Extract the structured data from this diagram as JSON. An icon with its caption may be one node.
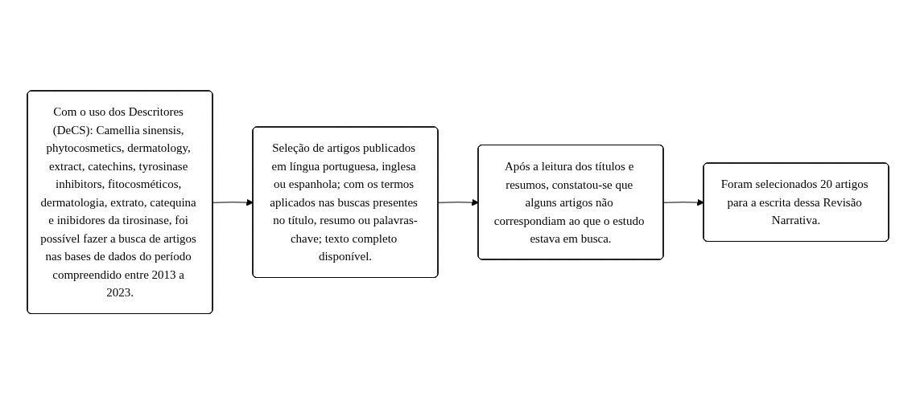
{
  "diagram": {
    "nodes": [
      {
        "text": [
          "Com o uso dos Descritores (DeCS): Camellia sinensis, phytocosmetics, dermatology, extract, catechins, tyrosinase inhibitors, fitocosméticos, dermatologia, extrato, catequina e inibidores da tirosinase, foi possível fazer a busca de artigos nas bases de dados do período compreendido entre 2013 a 2023."
        ]
      },
      {
        "text": [
          "Seleção de artigos publicados em língua portuguesa, inglesa ou espanhola; com os termos aplicados nas buscas presentes no título, resumo ou palavras-chave; texto completo disponível."
        ]
      },
      {
        "text": [
          "Após a leitura dos títulos e resumos, constatou-se que alguns artigos não correspondiam ao que o estudo estava em busca."
        ]
      },
      {
        "text": [
          "Foram selecionados 20 artigos para a escrita dessa Revisão Narrativa."
        ]
      }
    ],
    "edges": [
      {
        "from": 0,
        "to": 1,
        "arrow": "to"
      },
      {
        "from": 1,
        "to": 2,
        "arrow": "to"
      },
      {
        "from": 2,
        "to": 3,
        "arrow": "to"
      }
    ]
  }
}
